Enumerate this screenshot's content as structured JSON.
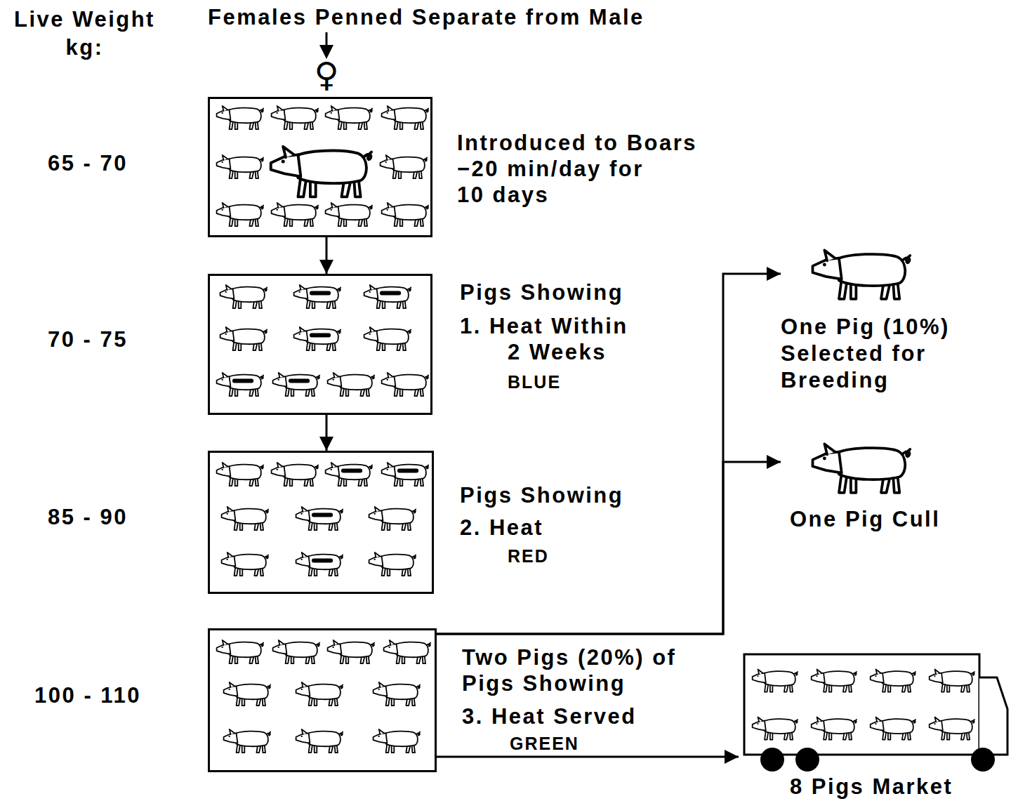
{
  "diagram": {
    "nodes": [
      {
        "text": [
          "Introduced to Boars",
          "−20 min/day for 10 days"
        ]
      },
      {
        "text": [
          "Pigs Showing",
          "1. Heat Within 2 Weeks",
          "BLUE"
        ]
      },
      {
        "text": [
          "Pigs Showing",
          "2. Heat",
          "RED"
        ]
      },
      {
        "text": [
          "Two Pigs (20%) of Pigs Showing",
          "3. Heat Served",
          "GREEN"
        ]
      },
      {
        "text": [
          "One Pig (10%) Selected for Breeding"
        ]
      },
      {
        "text": [
          "One Pig Cull"
        ]
      },
      {
        "text": [
          "8 Pigs Market"
        ]
      }
    ],
    "edges": [
      {
        "from": 0,
        "to": 1,
        "arrow": "to"
      },
      {
        "from": 1,
        "to": 2,
        "arrow": "to"
      },
      {
        "from": 3,
        "to": 4,
        "arrow": "to"
      },
      {
        "from": 3,
        "to": 5,
        "arrow": "to"
      },
      {
        "from": 3,
        "to": 6,
        "arrow": "to"
      }
    ],
    "labels": [
      "Live Weight kg:",
      "Females Penned Separate from Male",
      "♀",
      "65 - 70",
      "70 - 75",
      "85 - 90",
      "100 - 110"
    ]
  }
}
